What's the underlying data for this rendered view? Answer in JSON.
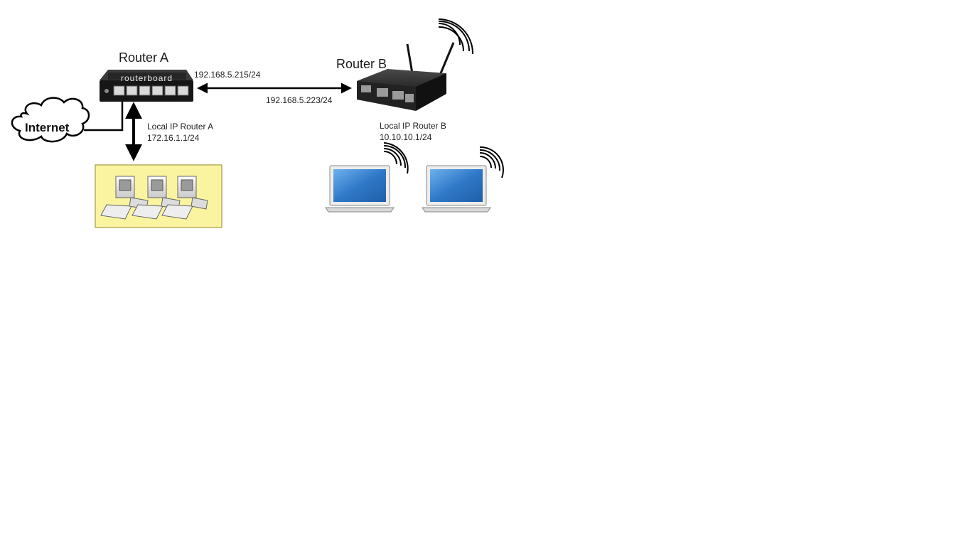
{
  "routerA": {
    "title": "Router A",
    "brand": "routerboard",
    "wan_ip": "192.168.5.215/24",
    "local_label": "Local IP Router A",
    "local_ip": "172.16.1.1/24"
  },
  "routerB": {
    "title": "Router B",
    "wan_ip": "192.168.5.223/24",
    "local_label": "Local IP Router B",
    "local_ip": "10.10.10.1/24"
  },
  "internet": {
    "label": "Internet"
  },
  "colors": {
    "background": "#ffffff",
    "lan_box": "#faf4a0",
    "link_line": "#000000",
    "laptop_screen": "#3a7fd0",
    "router_body": "#1c1c1c"
  }
}
